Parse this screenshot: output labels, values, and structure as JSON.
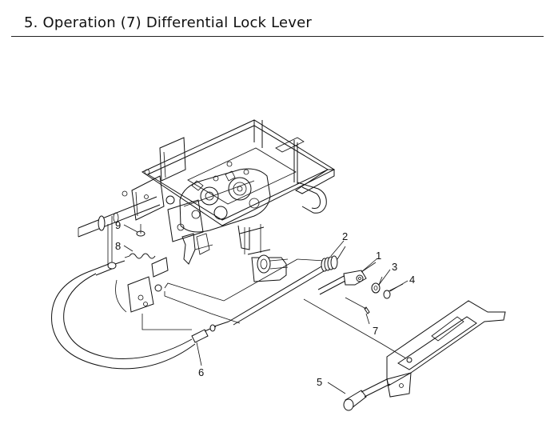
{
  "header": {
    "title": "5. Operation (7) Differential Lock Lever"
  },
  "callouts": {
    "c1": "1",
    "c2": "2",
    "c3": "3",
    "c4": "4",
    "c5": "5",
    "c6": "6",
    "c7": "7",
    "c8": "8",
    "c9": "9"
  }
}
